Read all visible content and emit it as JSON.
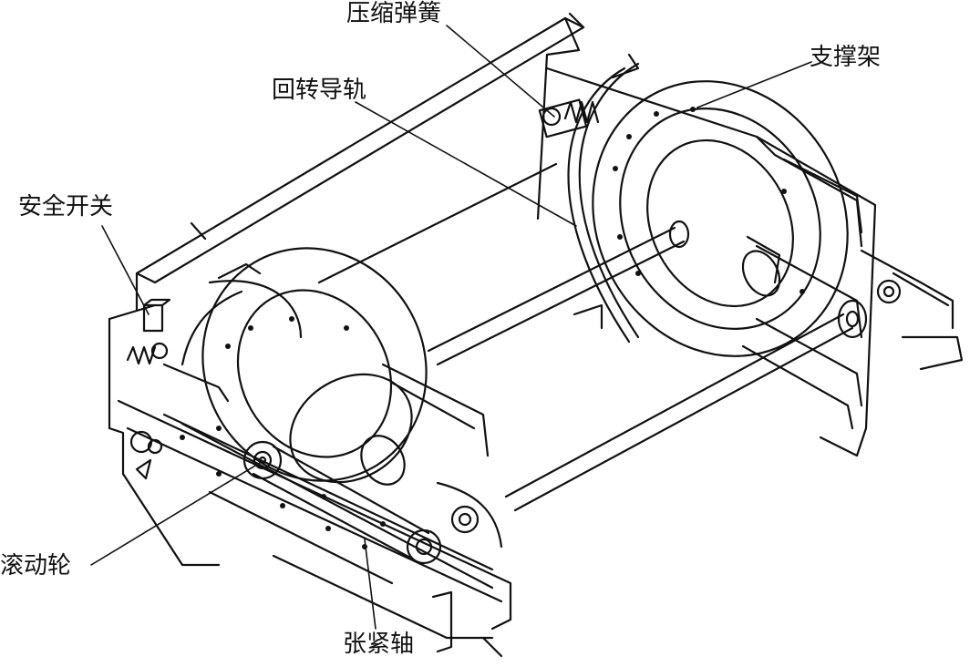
{
  "labels": {
    "compression_spring": "压缩弹簧",
    "support_frame": "支撑架",
    "rotary_guide_rail": "回转导轨",
    "safety_switch": "安全开关",
    "roller_wheel": "滚动轮",
    "tension_shaft": "张紧轴"
  },
  "colors": {
    "line": "#111111",
    "background": "#ffffff"
  }
}
